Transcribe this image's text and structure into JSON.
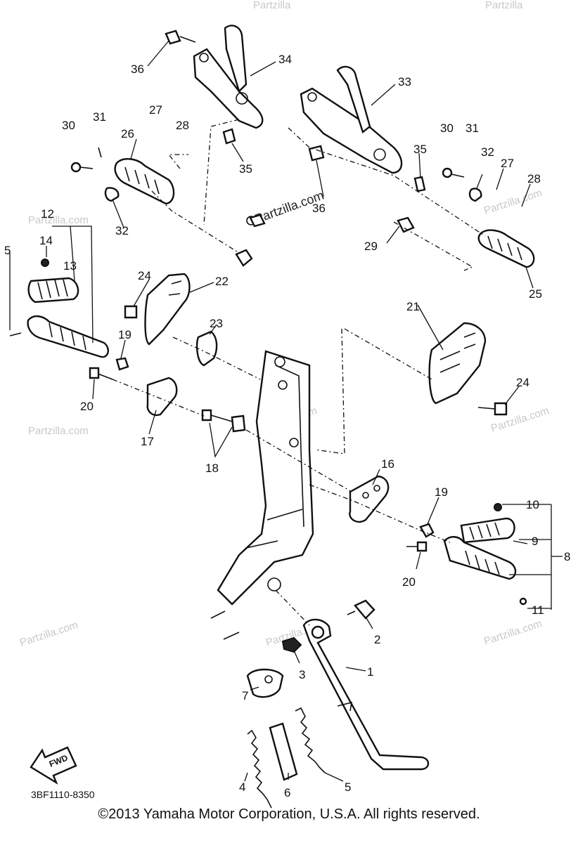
{
  "diagram": {
    "code": "3BF1110-8350",
    "fwd_label": "FWD",
    "site_watermark": "Partzilla.com",
    "site_watermark_small": "Partzilla",
    "copyright": "©2013  Yamaha Motor Corporation, U.S.A. All rights reserved.",
    "callouts": {
      "c1": "1",
      "c2": "2",
      "c3": "3",
      "c4": "4",
      "c5": "5",
      "c5b": "5",
      "c6": "6",
      "c7": "7",
      "c8": "8",
      "c9": "9",
      "c10": "10",
      "c11": "11",
      "c12": "12",
      "c13": "13",
      "c14": "14",
      "c16": "16",
      "c17": "17",
      "c18": "18",
      "c19a": "19",
      "c19b": "19",
      "c20a": "20",
      "c20b": "20",
      "c21": "21",
      "c22": "22",
      "c23": "23",
      "c24a": "24",
      "c24b": "24",
      "c25": "25",
      "c26": "26",
      "c27a": "27",
      "c27b": "27",
      "c28a": "28",
      "c28b": "28",
      "c29": "29",
      "c30a": "30",
      "c30b": "30",
      "c31a": "31",
      "c31b": "31",
      "c32a": "32",
      "c32b": "32",
      "c33": "33",
      "c34": "34",
      "c35a": "35",
      "c35b": "35",
      "c36a": "36",
      "c36b": "36"
    }
  }
}
